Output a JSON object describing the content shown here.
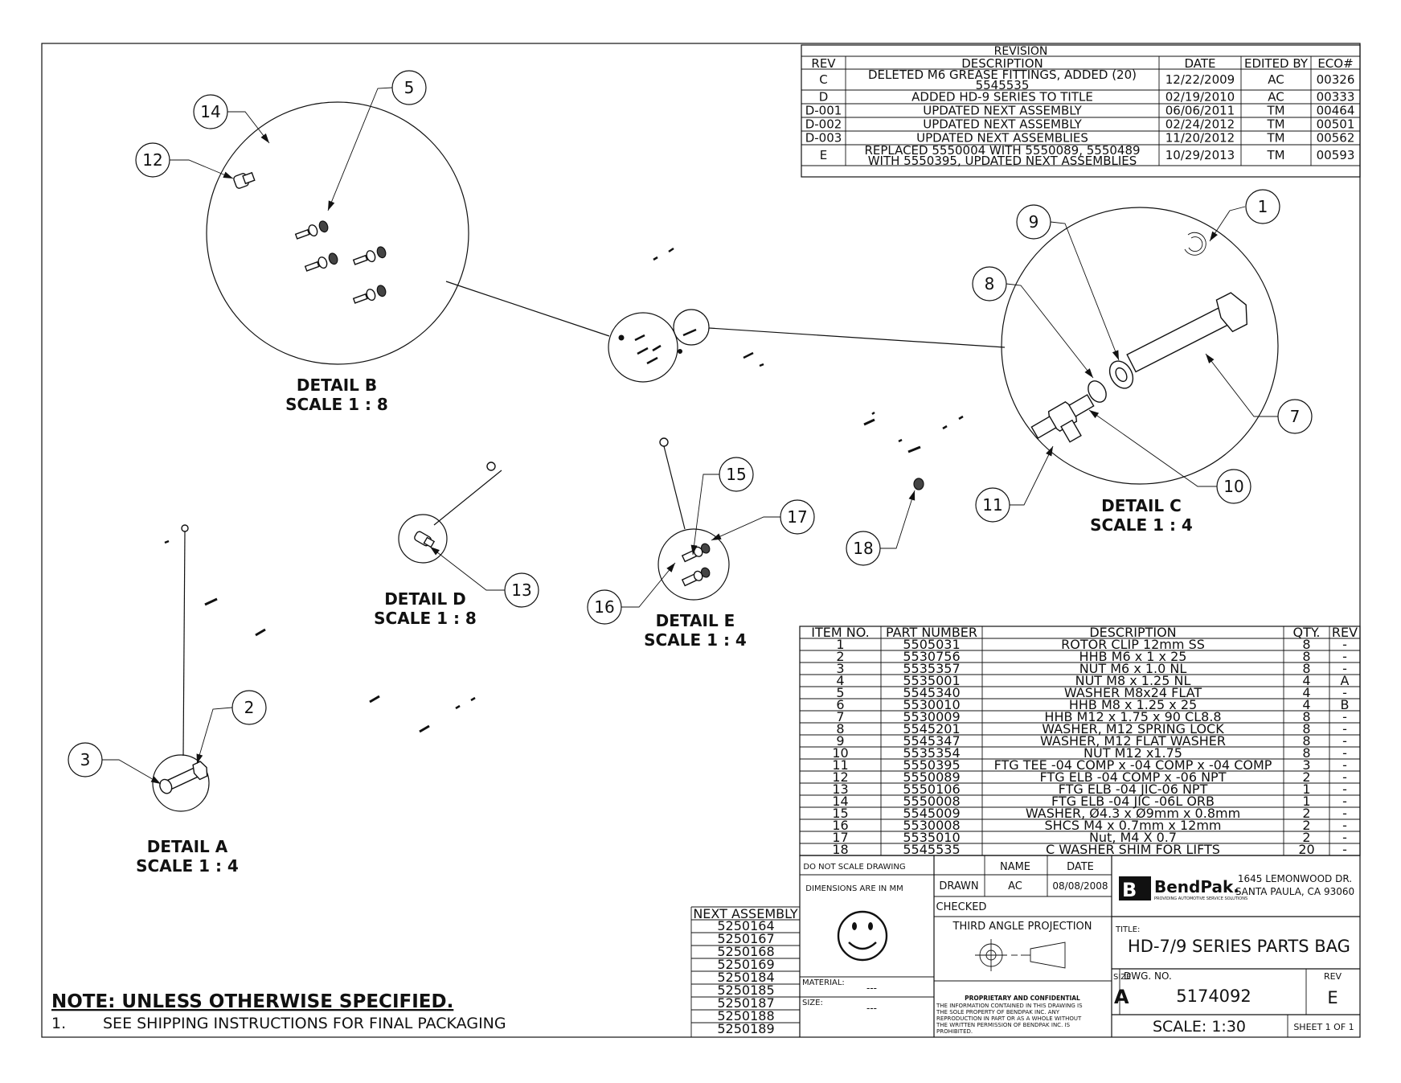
{
  "revision_table": {
    "title": "REVISION",
    "headers": [
      "REV",
      "DESCRIPTION",
      "DATE",
      "EDITED BY",
      "ECO#"
    ],
    "rows": [
      {
        "rev": "C",
        "desc1": "DELETED M6 GREASE FITTINGS, ADDED (20)",
        "desc2": "5545535",
        "date": "12/22/2009",
        "by": "AC",
        "eco": "00326"
      },
      {
        "rev": "D",
        "desc1": "ADDED HD-9 SERIES TO TITLE",
        "desc2": "",
        "date": "02/19/2010",
        "by": "AC",
        "eco": "00333"
      },
      {
        "rev": "D-001",
        "desc1": "UPDATED NEXT ASSEMBLY",
        "desc2": "",
        "date": "06/06/2011",
        "by": "TM",
        "eco": "00464"
      },
      {
        "rev": "D-002",
        "desc1": "UPDATED NEXT ASSEMBLY",
        "desc2": "",
        "date": "02/24/2012",
        "by": "TM",
        "eco": "00501"
      },
      {
        "rev": "D-003",
        "desc1": "UPDATED NEXT ASSEMBLIES",
        "desc2": "",
        "date": "11/20/2012",
        "by": "TM",
        "eco": "00562"
      },
      {
        "rev": "E",
        "desc1": "REPLACED 5550004 WITH 5550089, 5550489",
        "desc2": "WITH 5550395, UPDATED NEXT ASSEMBLIES",
        "date": "10/29/2013",
        "by": "TM",
        "eco": "00593"
      }
    ]
  },
  "bom": {
    "headers": [
      "ITEM NO.",
      "PART NUMBER",
      "DESCRIPTION",
      "QTY.",
      "REV"
    ],
    "rows": [
      {
        "item": "1",
        "part": "5505031",
        "desc": "ROTOR CLIP 12mm SS",
        "qty": "8",
        "rev": "-"
      },
      {
        "item": "2",
        "part": "5530756",
        "desc": "HHB M6 x 1 x 25",
        "qty": "8",
        "rev": "-"
      },
      {
        "item": "3",
        "part": "5535357",
        "desc": "NUT M6 x 1.0 NL",
        "qty": "8",
        "rev": "-"
      },
      {
        "item": "4",
        "part": "5535001",
        "desc": "NUT M8 x 1.25 NL",
        "qty": "4",
        "rev": "A"
      },
      {
        "item": "5",
        "part": "5545340",
        "desc": "WASHER M8x24 FLAT",
        "qty": "4",
        "rev": "-"
      },
      {
        "item": "6",
        "part": "5530010",
        "desc": "HHB M8 x 1.25 x 25",
        "qty": "4",
        "rev": "B"
      },
      {
        "item": "7",
        "part": "5530009",
        "desc": "HHB M12 x 1.75 x 90 CL8.8",
        "qty": "8",
        "rev": "-"
      },
      {
        "item": "8",
        "part": "5545201",
        "desc": "WASHER, M12 SPRING LOCK",
        "qty": "8",
        "rev": "-"
      },
      {
        "item": "9",
        "part": "5545347",
        "desc": "WASHER, M12 FLAT WASHER",
        "qty": "8",
        "rev": "-"
      },
      {
        "item": "10",
        "part": "5535354",
        "desc": "NUT M12 x1.75",
        "qty": "8",
        "rev": "-"
      },
      {
        "item": "11",
        "part": "5550395",
        "desc": "FTG TEE -04 COMP x -04 COMP x -04 COMP",
        "qty": "3",
        "rev": "-"
      },
      {
        "item": "12",
        "part": "5550089",
        "desc": "FTG ELB -04 COMP x -06 NPT",
        "qty": "2",
        "rev": "-"
      },
      {
        "item": "13",
        "part": "5550106",
        "desc": "FTG ELB -04 JIC-06 NPT",
        "qty": "1",
        "rev": "-"
      },
      {
        "item": "14",
        "part": "5550008",
        "desc": "FTG ELB -04 JIC -06L ORB",
        "qty": "1",
        "rev": "-"
      },
      {
        "item": "15",
        "part": "5545009",
        "desc": "WASHER, Ø4.3 x Ø9mm x 0.8mm",
        "qty": "2",
        "rev": "-"
      },
      {
        "item": "16",
        "part": "5530008",
        "desc": "SHCS M4 x 0.7mm x 12mm",
        "qty": "2",
        "rev": "-"
      },
      {
        "item": "17",
        "part": "5535010",
        "desc": "Nut, M4 X 0.7",
        "qty": "2",
        "rev": "-"
      },
      {
        "item": "18",
        "part": "5545535",
        "desc": "C WASHER SHIM FOR LIFTS",
        "qty": "20",
        "rev": "-"
      }
    ]
  },
  "details": [
    {
      "title": "DETAIL A",
      "scale": "SCALE 1 : 4"
    },
    {
      "title": "DETAIL B",
      "scale": "SCALE 1 : 8"
    },
    {
      "title": "DETAIL C",
      "scale": "SCALE 1 : 4"
    },
    {
      "title": "DETAIL D",
      "scale": "SCALE 1 : 8"
    },
    {
      "title": "DETAIL E",
      "scale": "SCALE 1 : 4"
    }
  ],
  "balloons": [
    "1",
    "2",
    "3",
    "5",
    "7",
    "8",
    "9",
    "10",
    "11",
    "12",
    "13",
    "14",
    "15",
    "16",
    "17",
    "18"
  ],
  "next_assembly": {
    "header": "NEXT ASSEMBLY",
    "items": [
      "5250164",
      "5250167",
      "5250168",
      "5250169",
      "5250184",
      "5250185",
      "5250187",
      "5250188",
      "5250189"
    ]
  },
  "title_block": {
    "do_not_scale": "DO NOT SCALE DRAWING",
    "dimensions": "DIMENSIONS ARE IN MM",
    "name_label": "NAME",
    "date_label": "DATE",
    "drawn_label": "DRAWN",
    "drawn_name": "AC",
    "drawn_date": "08/08/2008",
    "checked_label": "CHECKED",
    "projection": "THIRD ANGLE PROJECTION",
    "material_label": "MATERIAL:",
    "material_value": "---",
    "size_label_left": "SIZE:",
    "size_value_left": "---",
    "proprietary_title": "PROPRIETARY AND CONFIDENTIAL",
    "proprietary_lines": [
      "THE INFORMATION CONTAINED IN THIS DRAWING IS",
      "THE SOLE PROPERTY OF BENDPAK INC. ANY",
      "REPRODUCTION IN PART OR AS A WHOLE WITHOUT",
      "THE WRITTEN PERMISSION OF BENDPAK INC. IS",
      "PROHIBITED."
    ],
    "company_logo": "BendPak.",
    "company_tagline": "PROVIDING AUTOMOTIVE SERVICE SOLUTIONS",
    "address1": "1645 LEMONWOOD DR.",
    "address2": "SANTA PAULA, CA 93060",
    "title_label": "TITLE:",
    "title": "HD-7/9 SERIES PARTS BAG",
    "size_label": "SIZE",
    "size": "A",
    "dwg_label": "DWG. NO.",
    "dwg_no": "5174092",
    "rev_label": "REV",
    "rev": "E",
    "scale": "SCALE: 1:30",
    "sheet": "SHEET 1 OF 1"
  },
  "notes": {
    "heading": "NOTE: UNLESS OTHERWISE SPECIFIED",
    "items": [
      {
        "num": "1.",
        "text": "SEE SHIPPING INSTRUCTIONS FOR FINAL PACKAGING"
      }
    ]
  }
}
